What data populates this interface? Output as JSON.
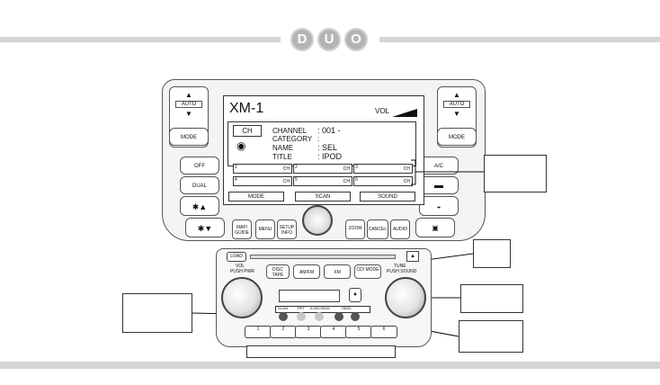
{
  "logo": {
    "letters": [
      "D",
      "U",
      "O"
    ]
  },
  "screen": {
    "source_title": "XM-1",
    "vol_label": "VOL",
    "ch_label": "CH",
    "fields": [
      {
        "name": "CHANNEL",
        "value": ": 001 -"
      },
      {
        "name": "CATEGORY",
        "value": ":"
      },
      {
        "name": "NAME",
        "value": ": SEL"
      },
      {
        "name": "TITLE",
        "value": ": IPOD"
      }
    ],
    "presets": [
      {
        "num": "1",
        "ch": "CH"
      },
      {
        "num": "2",
        "ch": "CH"
      },
      {
        "num": "3",
        "ch": "CH"
      },
      {
        "num": "4",
        "ch": "CH"
      },
      {
        "num": "5",
        "ch": "CH"
      },
      {
        "num": "6",
        "ch": "CH"
      }
    ],
    "softkeys": [
      "MODE",
      "SCAN",
      "SOUND"
    ]
  },
  "left_controls": {
    "auto": "AUTO",
    "mode": "MODE",
    "off": "OFF",
    "dual": "DUAL"
  },
  "right_controls": {
    "auto": "AUTO",
    "mode": "MODE",
    "ac": "A/C"
  },
  "bottom_row": {
    "map_guide": "MAP/ GUIDE",
    "menu": "MENU",
    "setup_info": "SETUP INFO",
    "zoom": "ZOOM",
    "cancel": "CANCEL",
    "audio": "AUDIO"
  },
  "deck": {
    "load": "LOAD",
    "vol_label": "VOL",
    "vol_sub": "PUSH PWR",
    "tune_label": "TUNE",
    "tune_sub": "PUSH SOUND",
    "disc_tape": "DISC TAPE",
    "am_fm": "AM/FM",
    "xm": "XM",
    "cd_mode": "CD/ MODE",
    "function_labels": [
      "SCAN",
      "RPT",
      "A.SEL/RDM",
      "SEEK"
    ],
    "preset_labels": [
      "1",
      "2",
      "3",
      "4",
      "5",
      "6"
    ]
  }
}
